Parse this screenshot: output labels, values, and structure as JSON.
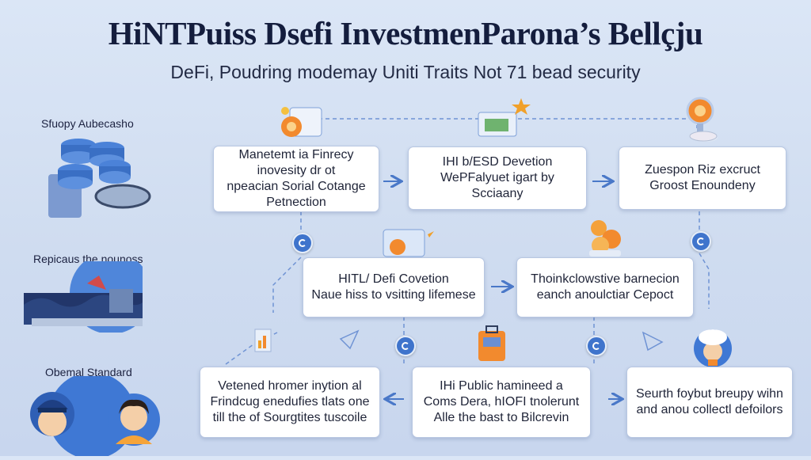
{
  "header": {
    "title": "HiNTPuiss Dsefi InvestmenParona’s Bellçju",
    "subtitle": "DeFi, Poudring modemay Uniti Traits Not 71 bead security"
  },
  "side_labels": {
    "top": "Sfuopy Aubecasho",
    "middle": "Repicaus the nounoss",
    "bottom": "Obemal Standard"
  },
  "boxes": {
    "r1c1": [
      "Manetemt ia Finrecy",
      "inovesity dr ot",
      "npeacian Sorial Cotange",
      "Petnection"
    ],
    "r1c2": [
      "IHI b/ESD Devetion",
      "WePFalyuet igart by",
      "Scciaany"
    ],
    "r1c3": [
      "Zuespon Riz excruct",
      "Groost Enoundeny"
    ],
    "r2c1": [
      "HITL/ Defi Covetion",
      "Naue hiss to vsitting lifemese"
    ],
    "r2c2": [
      "Thoinkclowstive barnecion",
      "eanch anoulctiar Cepoct"
    ],
    "r3c1": [
      "Vetened hromer inytion al",
      "Frindcug enedufies tlats one",
      "till the of Sourgtites tuscoile"
    ],
    "r3c2": [
      "IHi Public hamineed a",
      "Coms Dera, hIOFI tnolerunt",
      "Alle the bast to Bilcrevin"
    ],
    "r3c3": [
      "Seurth foybut breupy wihn",
      "and anou collectl defoilors"
    ]
  },
  "icons": [
    "server-stack-icon",
    "city-skyline-icon",
    "person-avatar-icon",
    "coin-icon",
    "badge-icon",
    "star-icon",
    "cloud-icon",
    "briefcase-icon",
    "chef-icon"
  ],
  "colors": {
    "accent": "#3f74cc",
    "background": "#d6e2f4",
    "connector": "#4a78c8"
  }
}
